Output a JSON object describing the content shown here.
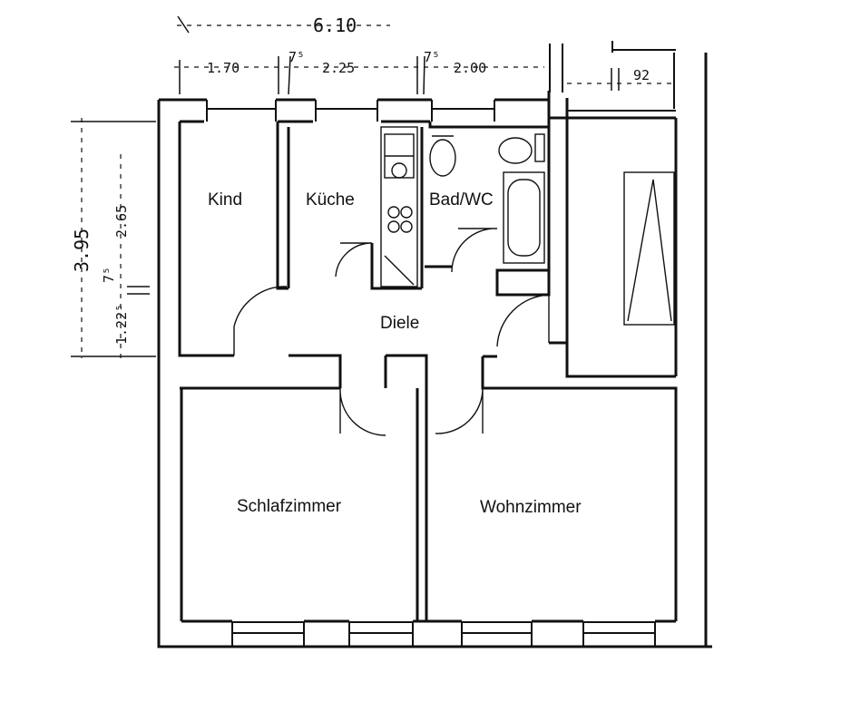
{
  "plan": {
    "rooms": {
      "kind": "Kind",
      "kueche": "Küche",
      "bad": "Bad/WC",
      "diele": "Diele",
      "schlafzimmer": "Schlafzimmer",
      "wohnzimmer": "Wohnzimmer"
    },
    "dimensions": {
      "total_width": "6.10",
      "seg1": "1.70",
      "wall1": "7⁵",
      "seg2": "2.25",
      "wall2": "7⁵",
      "seg3": "2.00",
      "small": "92",
      "height_total": "3.95",
      "height_upper": "2.65",
      "height_wall": "7⁵",
      "height_lower": "1.22⁵"
    }
  }
}
